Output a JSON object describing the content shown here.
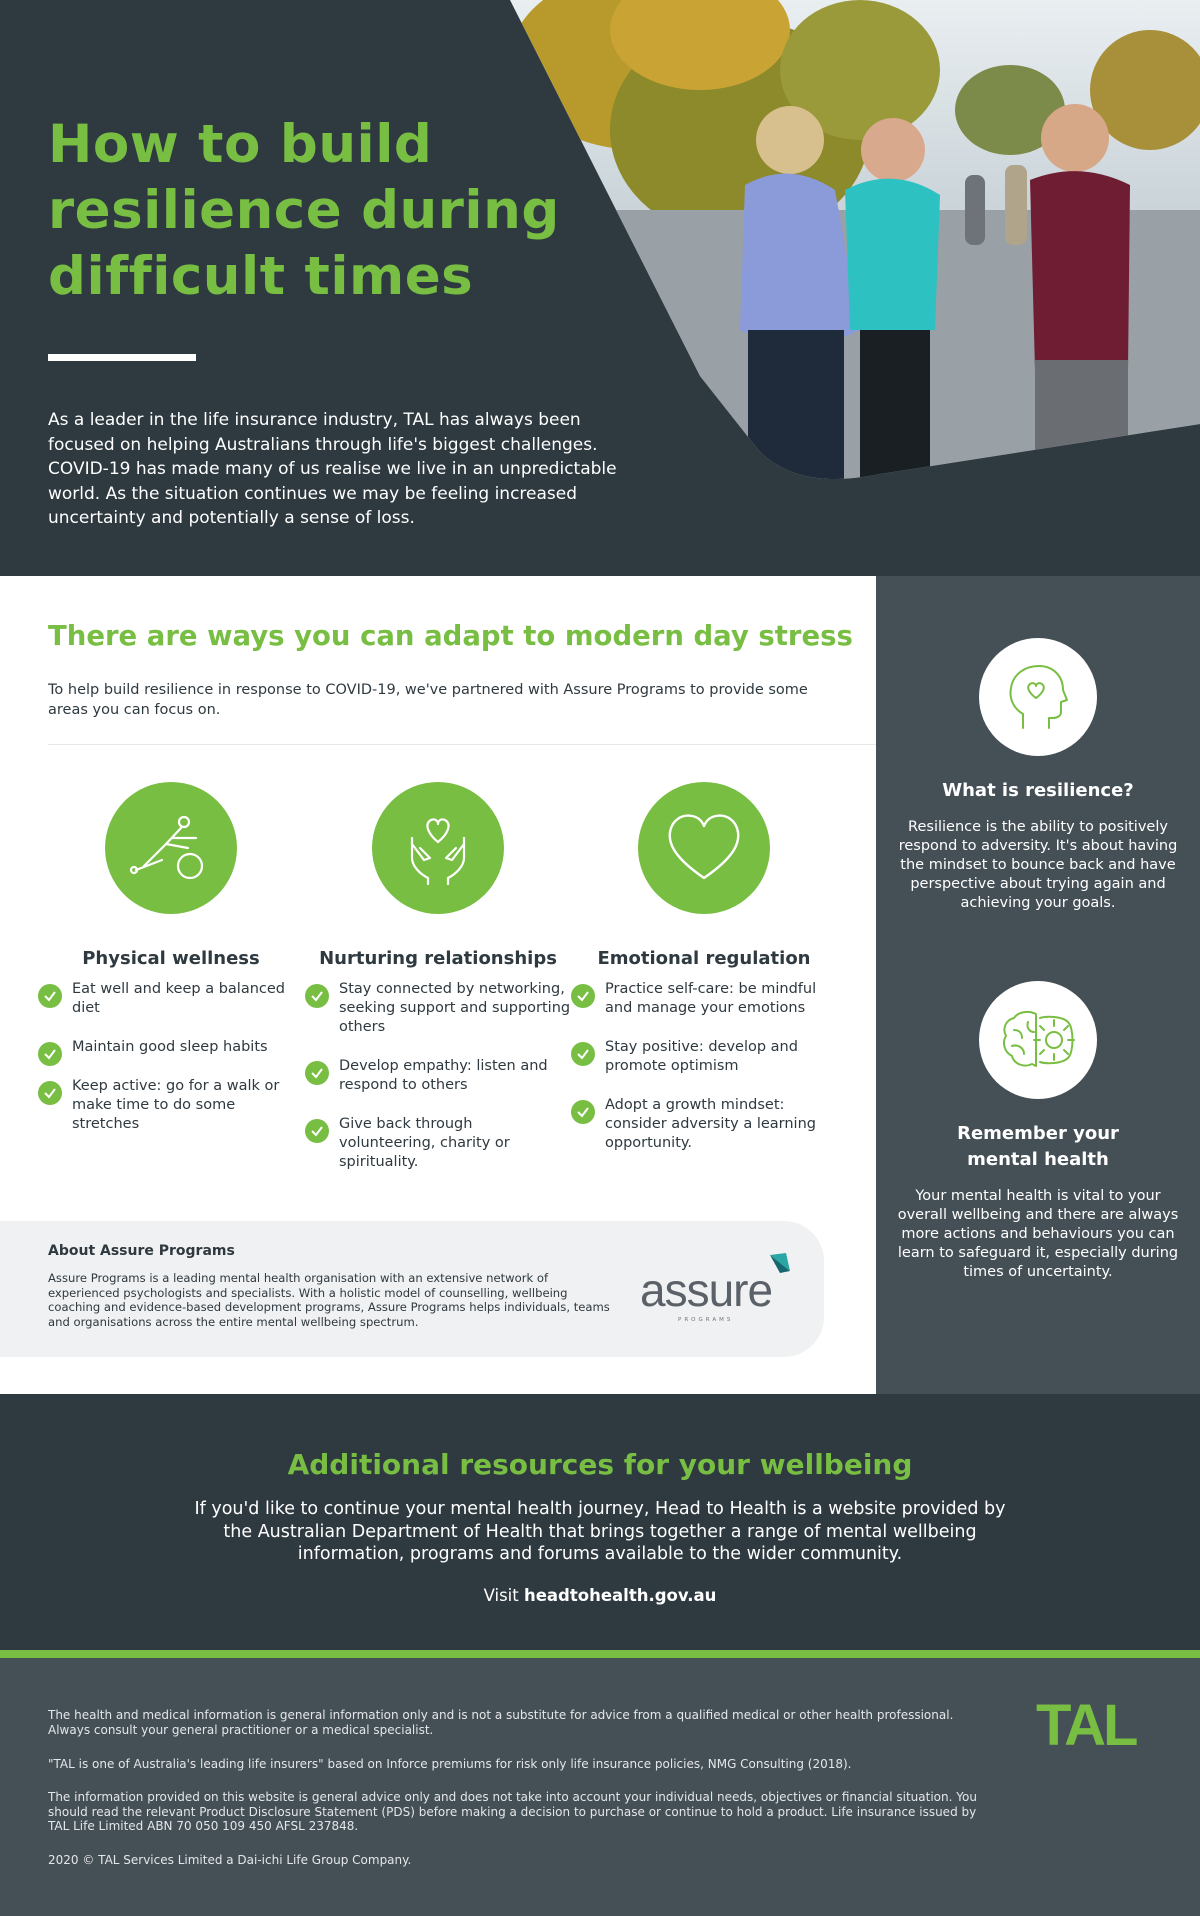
{
  "hero": {
    "title": "How to build resilience during difficult times",
    "intro": "As a leader in the life insurance industry, TAL has always been focused on helping Australians through life's biggest challenges. COVID-19 has made many of us realise we live in an unpredictable world. As the situation continues we may be feeling increased uncertainty and potentially a sense of loss."
  },
  "adapt": {
    "title": "There are ways you can adapt to modern day stress",
    "subtitle": "To help build resilience in response to COVID-19, we've partnered with Assure Programs to provide some areas you can focus on."
  },
  "columns": [
    {
      "icon": "exercise-icon",
      "title": "Physical wellness",
      "items": [
        "Eat well and keep a balanced diet",
        "Maintain good sleep habits",
        "Keep active: go for a walk or make time to do some stretches"
      ]
    },
    {
      "icon": "hands-heart-icon",
      "title": "Nurturing relationships",
      "items": [
        "Stay connected by networking, seeking support and supporting others",
        "Develop empathy: listen and respond to others",
        "Give back through volunteering, charity or spirituality."
      ]
    },
    {
      "icon": "heart-icon",
      "title": "Emotional regulation",
      "items": [
        "Practice self-care: be mindful and manage your emotions",
        "Stay positive: develop and promote optimism",
        "Adopt a growth mindset: consider adversity a learning opportunity."
      ]
    }
  ],
  "about": {
    "title": "About Assure Programs",
    "text": "Assure Programs is a leading mental health organisation with an extensive network of experienced psychologists and specialists. With a holistic model of counselling, wellbeing coaching and evidence-based development programs, Assure Programs helps individuals, teams and organisations across the entire mental wellbeing spectrum.",
    "logo_word": "assure",
    "logo_sub": "PROGRAMS"
  },
  "sidebar": {
    "blocks": [
      {
        "icon": "head-heart-icon",
        "title": "What is resilience?",
        "text": "Resilience is the ability to positively respond to adversity. It's about having the mindset to bounce back and have perspective about trying again and achieving your goals."
      },
      {
        "icon": "brain-gear-icon",
        "title": "Remember your mental health",
        "text": "Your mental health is vital to your overall wellbeing and there are always more actions and behaviours you can learn to safeguard it, especially during times of uncertainty."
      }
    ]
  },
  "resources": {
    "title": "Additional resources for your wellbeing",
    "text": "If you'd like to continue your mental health journey, Head to Health is a website provided by the Australian Department of Health that brings together a range of mental wellbeing information, programs and forums available to the wider community.",
    "visit_label": "Visit",
    "link": "headtohealth.gov.au"
  },
  "footer": {
    "p1": "The health and medical information is general information only and is not a substitute for advice from a qualified medical or other health professional. Always consult your general practitioner or a medical specialist.",
    "p2": "\"TAL is one of Australia's leading life insurers\" based on Inforce premiums for risk only life insurance policies, NMG Consulting (2018).",
    "p3": "The information provided on this website is general advice only and does not take into account your individual needs, objectives or financial situation. You should read the relevant Product Disclosure Statement (PDS) before making a decision to purchase or continue to hold a product. Life insurance issued by TAL Life Limited ABN 70 050 109 450 AFSL 237848.",
    "p4": "2020 © TAL Services Limited a Dai-ichi Life Group Company.",
    "logo": "TAL"
  },
  "colors": {
    "brand_green": "#78be43",
    "dark_slate": "#2e3940",
    "mid_slate": "#454f56"
  }
}
